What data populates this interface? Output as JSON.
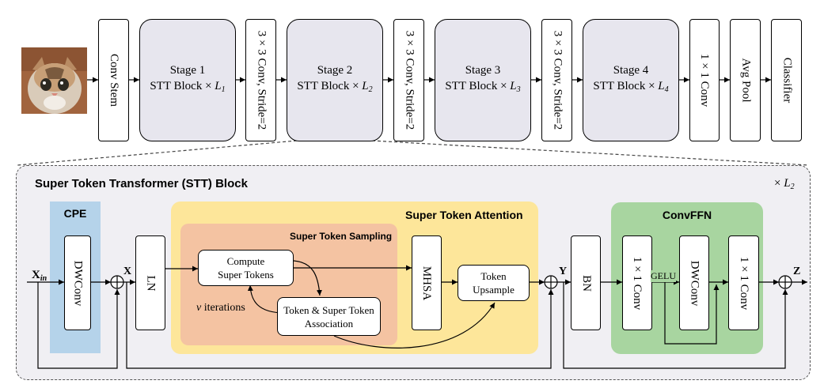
{
  "top": {
    "conv_stem": "Conv Stem",
    "stages": [
      {
        "title": "Stage 1",
        "block": "STT Block × ",
        "var": "L",
        "sub": "1"
      },
      {
        "title": "Stage 2",
        "block": "STT Block × ",
        "var": "L",
        "sub": "2"
      },
      {
        "title": "Stage 3",
        "block": "STT Block × ",
        "var": "L",
        "sub": "3"
      },
      {
        "title": "Stage 4",
        "block": "STT Block × ",
        "var": "L",
        "sub": "4"
      }
    ],
    "downsample": "3 × 3 Conv, Stride=2",
    "conv1x1": "1 × 1 Conv",
    "avg_pool": "Avg Pool",
    "classifier": "Classifier",
    "image_icon": "cat-photo-icon"
  },
  "block": {
    "title": "Super Token Transformer (STT) Block",
    "repeat_prefix": "× ",
    "repeat_var": "L",
    "repeat_sub": "2",
    "cpe_title": "CPE",
    "dwconv": "DWConv",
    "ln": "LN",
    "sta_title": "Super Token Attention",
    "sts_title": "Super Token Sampling",
    "compute_line1": "Compute",
    "compute_line2": "Super Tokens",
    "assoc_line1": "Token & Super Token",
    "assoc_line2": "Association",
    "iter_var": "v",
    "iter_text": " iterations",
    "mhsa": "MHSA",
    "upsample_line1": "Token",
    "upsample_line2": "Upsample",
    "bn": "BN",
    "ffn_title": "ConvFFN",
    "ffn_conv": "1 × 1 Conv",
    "gelu": "GELU",
    "x_in_main": "X",
    "x_in_sub": "in",
    "x_label": "X",
    "y_label": "Y",
    "z_label": "Z"
  },
  "colors": {
    "stage_fill": "#e7e6ee",
    "block_bg": "#f0eff3",
    "cpe": "#b5d3ea",
    "sta": "#fde69a",
    "sts": "#f4c3a2",
    "ffn": "#a8d5a0"
  }
}
